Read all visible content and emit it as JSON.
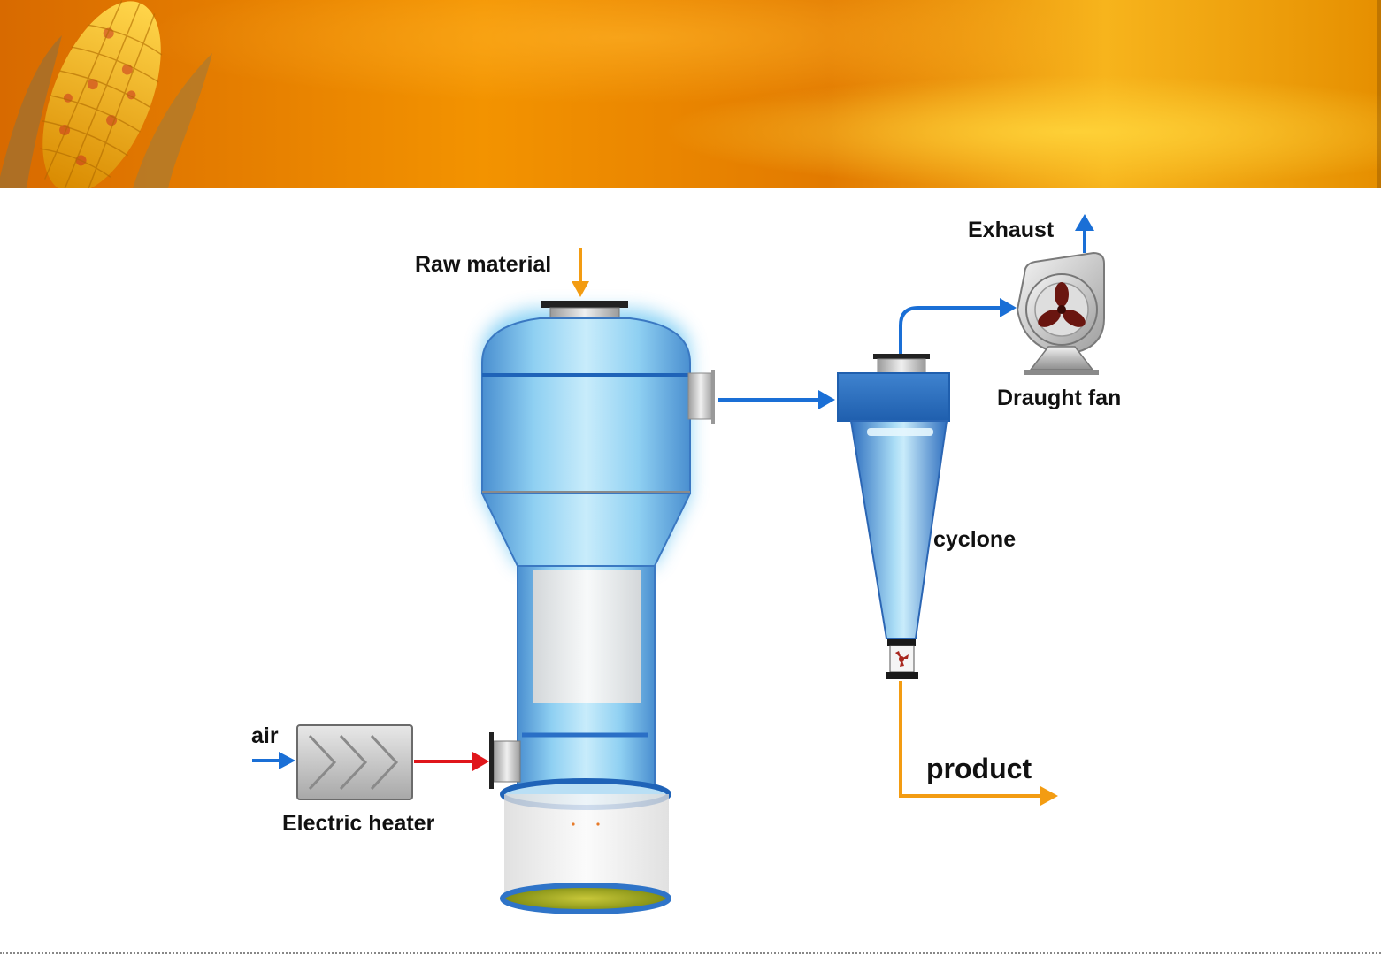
{
  "colors": {
    "banner_dark": "#c85f00",
    "banner_mid": "#f28c00",
    "banner_light": "#ffc21a",
    "flow_blue": "#1a6fd6",
    "flow_orange": "#f39c12",
    "flow_red": "#e0161b",
    "vessel_blue": "#7fc8ee"
  },
  "labels": {
    "raw_material": "Raw material",
    "exhaust": "Exhaust",
    "draught_fan": "Draught fan",
    "cyclone": "cyclone",
    "air": "air",
    "electric_heater": "Electric heater",
    "product": "product"
  }
}
